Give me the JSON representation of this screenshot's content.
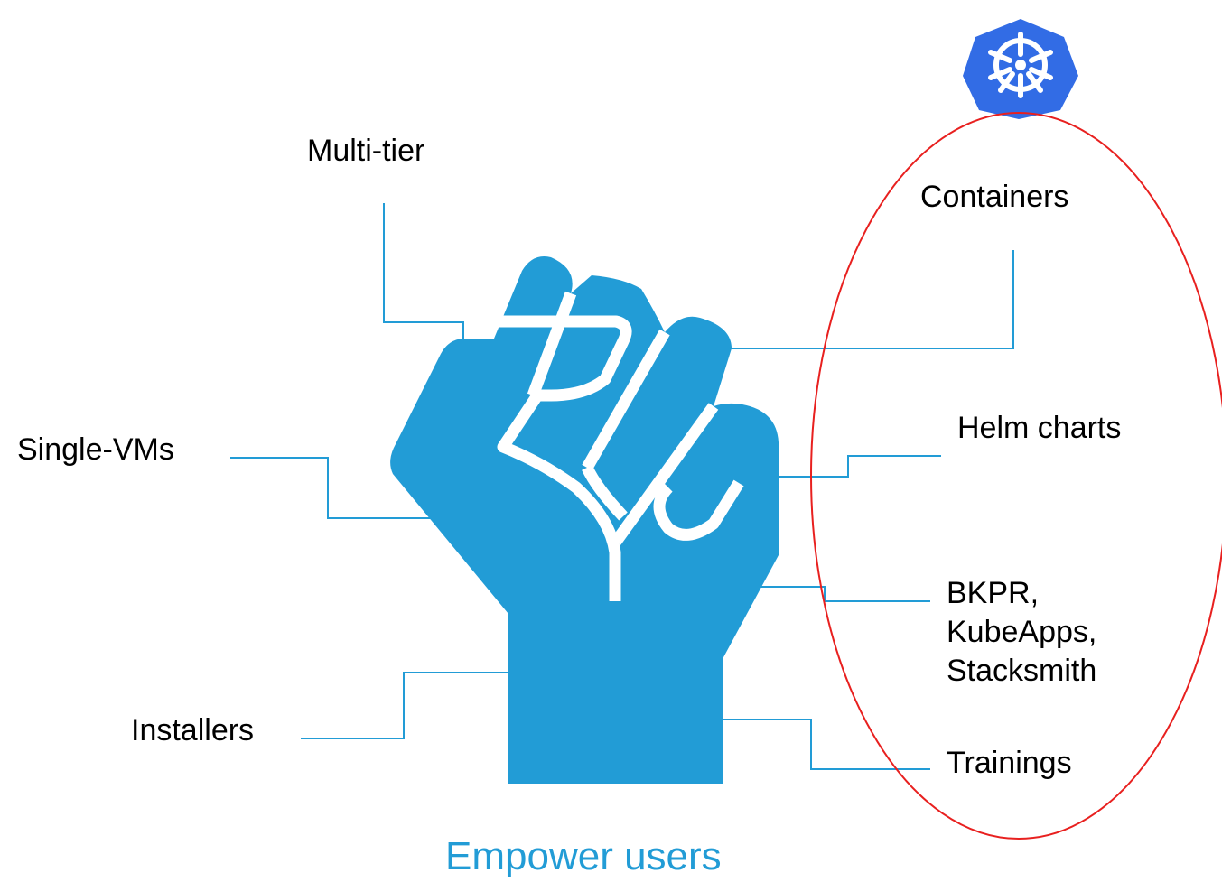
{
  "labels": {
    "multi_tier": "Multi-tier",
    "single_vms": "Single-VMs",
    "installers": "Installers",
    "containers": "Containers",
    "helm_charts": "Helm charts",
    "bkpr_line1": "BKPR,",
    "bkpr_line2": "KubeApps,",
    "bkpr_line3": "Stacksmith",
    "trainings": "Trainings"
  },
  "title": "Empower users",
  "colors": {
    "accent": "#229cd6",
    "fist": "#229cd6",
    "connector": "#229cd6",
    "highlight_ellipse": "#e8201f",
    "kubernetes_logo": "#326ce5",
    "text": "#000000"
  },
  "icons": {
    "fist": "raised-fist-icon",
    "logo": "kubernetes-helm-logo-icon"
  }
}
